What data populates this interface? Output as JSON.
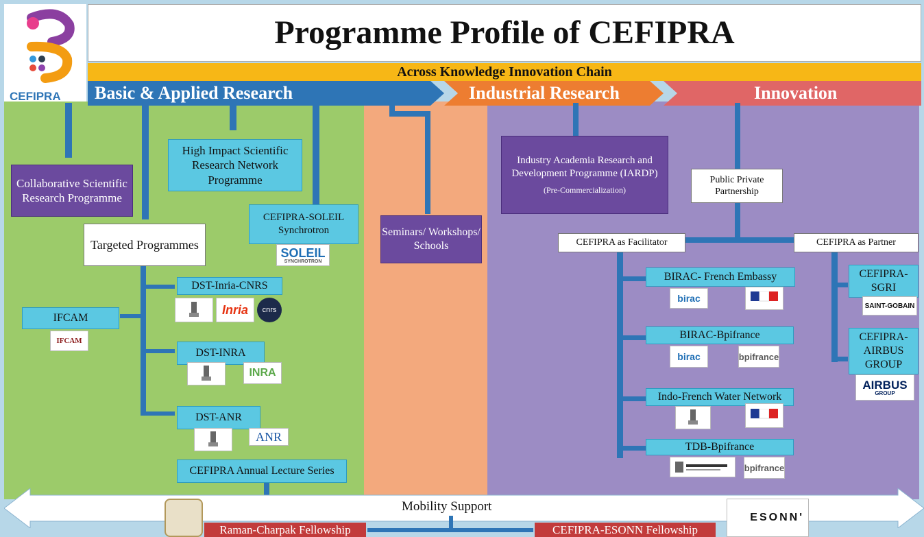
{
  "header": {
    "title": "Programme Profile of CEFIPRA",
    "band_label": "Across Knowledge Innovation Chain",
    "logo_text": "CEFIPRA"
  },
  "chain": {
    "basic": "Basic & Applied Research",
    "industrial": "Industrial Research",
    "innovation": "Innovation"
  },
  "basic": {
    "collaborative": "Collaborative Scientific Research Programme",
    "high_impact": "High Impact Scientific Research Network Programme",
    "targeted": "Targeted Programmes",
    "soleil": "CEFIPRA-SOLEIL Synchrotron",
    "soleil_logo": "SOLEIL",
    "soleil_logo_sub": "SYNCHROTRON",
    "dst_inria": "DST-Inria-CNRS",
    "ifcam": "IFCAM",
    "ifcam_logo": "IFCAM",
    "dst_inra": "DST-INRA",
    "dst_anr": "DST-ANR",
    "annual_lecture": "CEFIPRA Annual Lecture Series",
    "inria_logo": "Inria",
    "cnrs_logo": "cnrs",
    "inra_logo": "INRA",
    "anr_logo": "ANR"
  },
  "middle": {
    "seminars": "Seminars/ Workshops/ Schools"
  },
  "industry": {
    "iardp": "Industry Academia Research and Development Programme (IARDP)",
    "iardp_sub": "(Pre-Commercialization)",
    "ppp": "Public Private Partnership",
    "facilitator": "CEFIPRA as Facilitator",
    "partner": "CEFIPRA as Partner",
    "birac_embassy": "BIRAC- French Embassy",
    "birac_bpi": "BIRAC-Bpifrance",
    "water": "Indo-French Water Network",
    "tdb": "TDB-Bpifrance",
    "sgri": "CEFIPRA-SGRI",
    "airbus": "CEFIPRA-AIRBUS GROUP",
    "birac_logo": "birac",
    "bpi_logo": "bpifrance",
    "saint_gobain": "SAINT-GOBAIN",
    "airbus_logo": "AIRBUS",
    "airbus_logo_sub": "GROUP"
  },
  "footer": {
    "mobility": "Mobility Support",
    "raman": "Raman-Charpak Fellowship",
    "esonn": "CEFIPRA-ESONN Fellowship",
    "esonn_logo": "ESONN'"
  },
  "colors": {
    "green": "#9ccb6a",
    "orange": "#f3a97d",
    "lavender": "#9c8cc4",
    "blue": "#2e75b6",
    "cyan": "#5bc8e2",
    "purple": "#6b4a9e",
    "gold": "#f7b716"
  }
}
